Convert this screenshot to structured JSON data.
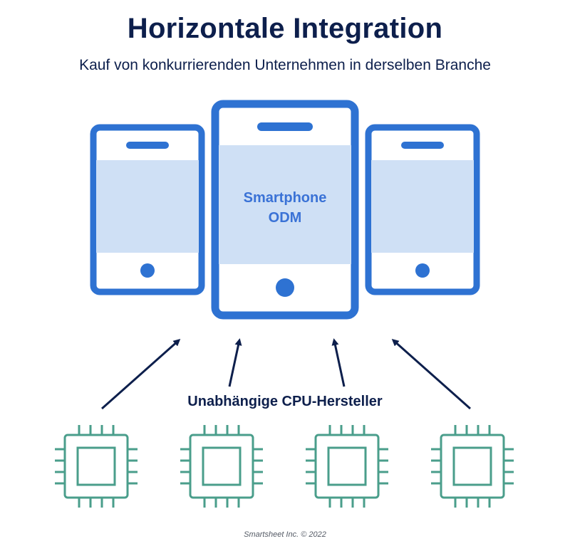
{
  "header": {
    "title": "Horizontale Integration",
    "subtitle": "Kauf von konkurrierenden Unternehmen in derselben Branche"
  },
  "center_phone": {
    "line1": "Smartphone",
    "line2": "ODM"
  },
  "cpu_group_label": "Unabhängige CPU-Hersteller",
  "footer": "Smartsheet Inc. © 2022",
  "colors": {
    "phone_frame": "#2e72d2",
    "phone_screen": "#cfe0f5",
    "chip": "#4a9e8b",
    "arrow": "#0d1f4c",
    "text_dark": "#0d1f4c"
  }
}
